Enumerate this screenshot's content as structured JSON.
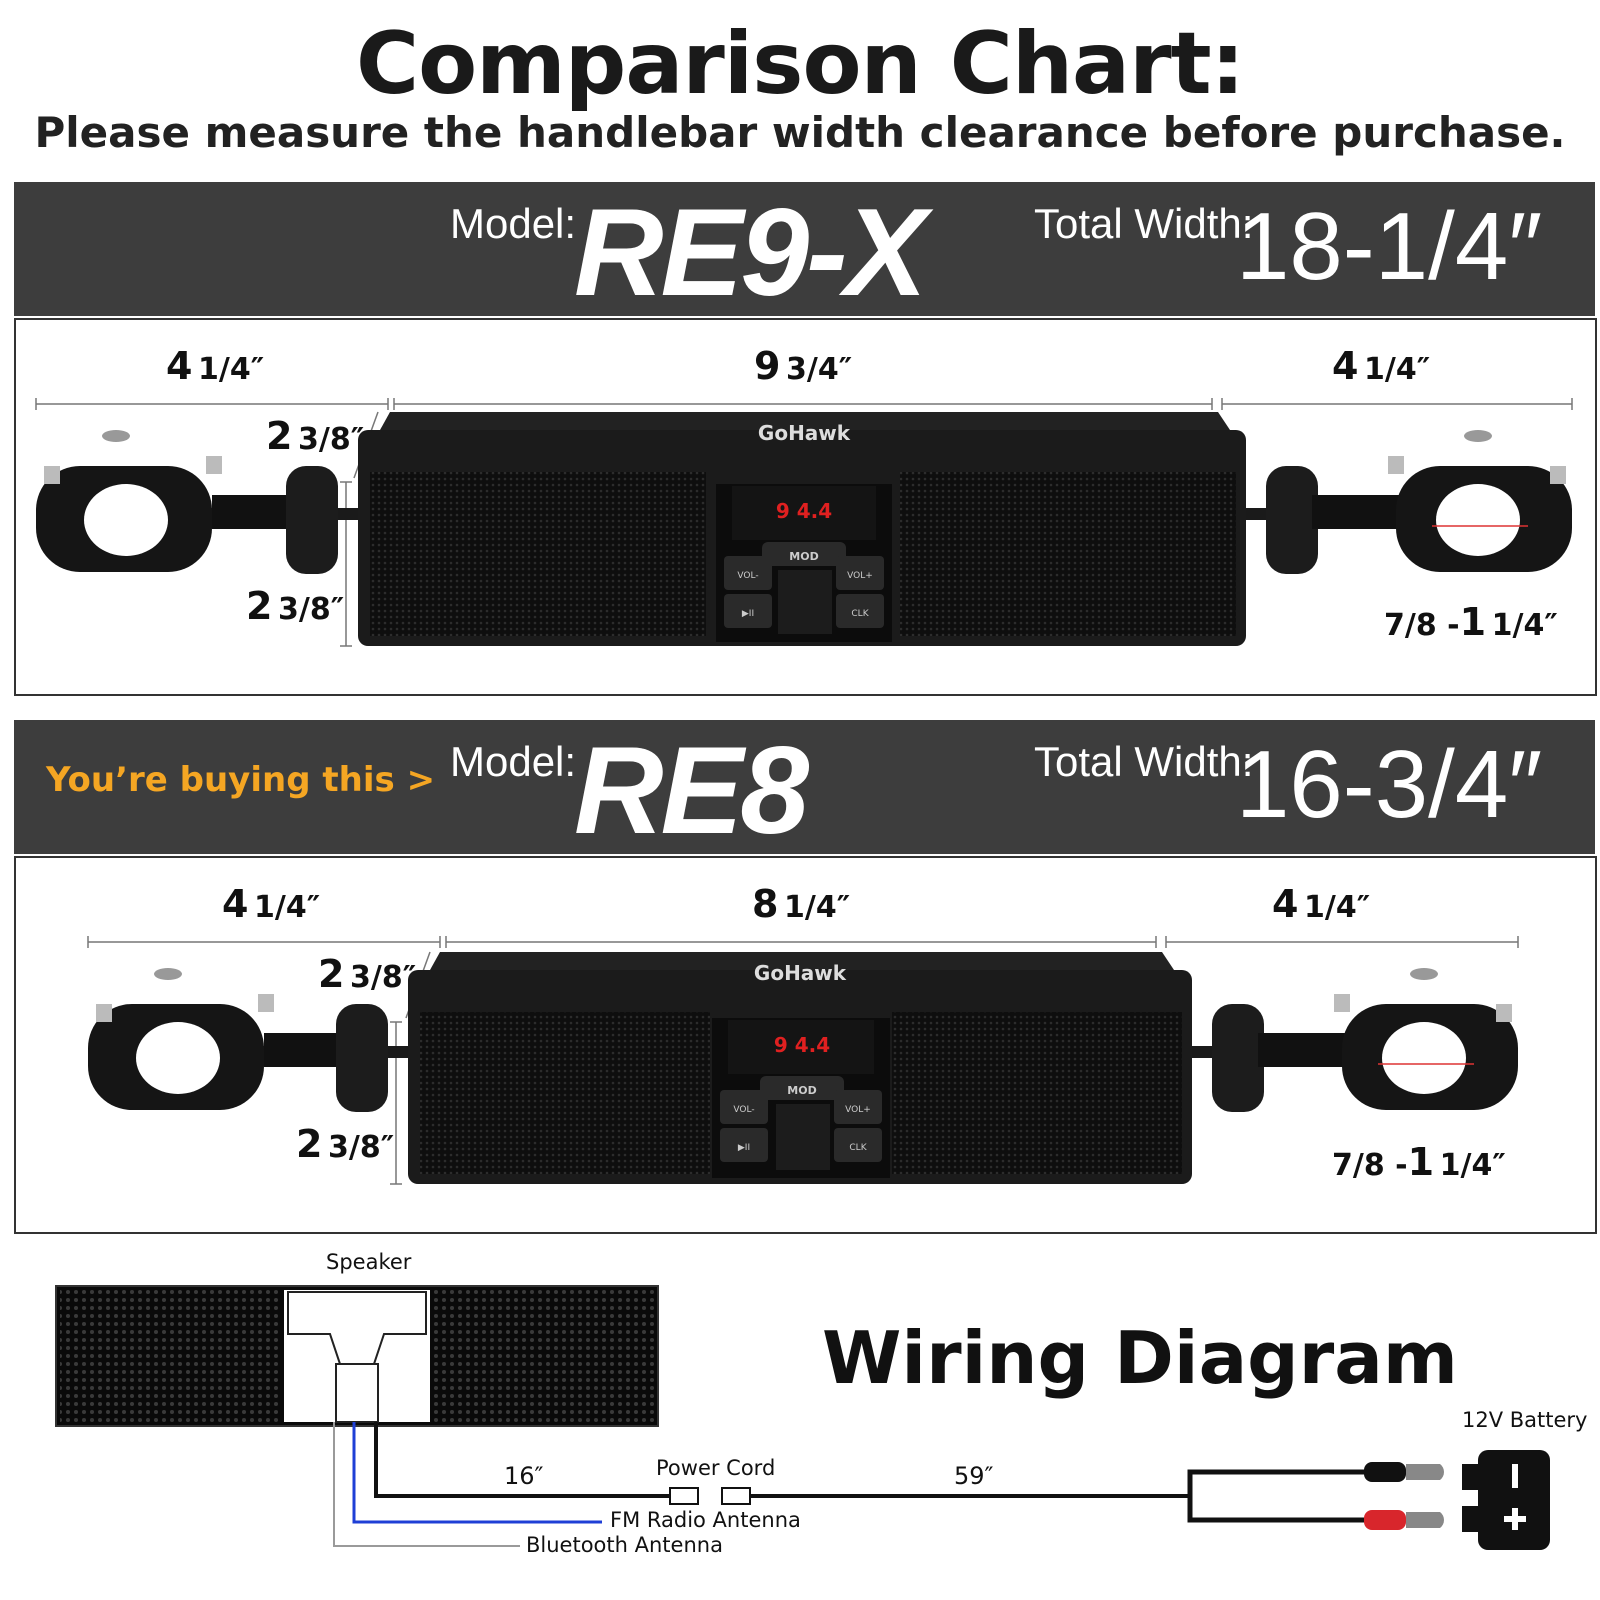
{
  "header": {
    "title": "Comparison Chart:",
    "subtitle": "Please measure the handlebar width clearance before purchase."
  },
  "brand": "GoHawk",
  "models": [
    {
      "model_label": "Model:",
      "model_name": "RE9-X",
      "total_width_label": "Total Width:",
      "total_width_value": "18-1/4″",
      "dims": {
        "left": {
          "whole": "4",
          "frac": "1/4″"
        },
        "center": {
          "whole": "9",
          "frac": "3/4″"
        },
        "right": {
          "whole": "4",
          "frac": "1/4″"
        },
        "depth": {
          "whole": "2",
          "frac": "3/8″"
        },
        "height": {
          "whole": "2",
          "frac": "3/8″"
        },
        "clamp": {
          "a": "7/8 -",
          "b": "1",
          "c": "1/4″"
        }
      },
      "display": "9 4.4",
      "buttons": {
        "mod": "MOD",
        "vol_down": "VOL-",
        "vol_up": "VOL+",
        "play": "▶II",
        "clk": "CLK"
      }
    },
    {
      "tag": "You’re buying this >",
      "model_label": "Model:",
      "model_name": "RE8",
      "total_width_label": "Total Width:",
      "total_width_value": "16-3/4″",
      "dims": {
        "left": {
          "whole": "4",
          "frac": "1/4″"
        },
        "center": {
          "whole": "8",
          "frac": "1/4″"
        },
        "right": {
          "whole": "4",
          "frac": "1/4″"
        },
        "depth": {
          "whole": "2",
          "frac": "3/8″"
        },
        "height": {
          "whole": "2",
          "frac": "3/8″"
        },
        "clamp": {
          "a": "7/8 -",
          "b": "1",
          "c": "1/4″"
        }
      },
      "display": "9 4.4",
      "buttons": {
        "mod": "MOD",
        "vol_down": "VOL-",
        "vol_up": "VOL+",
        "play": "▶II",
        "clk": "CLK"
      }
    }
  ],
  "wiring": {
    "title": "Wiring Diagram",
    "speaker_label": "Speaker",
    "power_cord_label": "Power Cord",
    "length_1": "16″",
    "length_2": "59″",
    "fm_antenna": "FM Radio Antenna",
    "bt_antenna": "Bluetooth Antenna",
    "battery_label": "12V Battery",
    "colors": {
      "fm_wire": "#1f3fd6",
      "bt_wire": "#9a9a9a",
      "power_wire": "#111111",
      "positive_terminal": "#d8262c"
    }
  }
}
